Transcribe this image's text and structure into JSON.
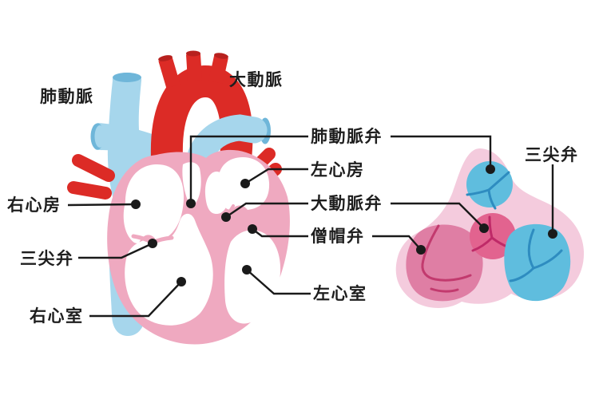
{
  "labels": {
    "pulmonary_artery": "肺動脈",
    "aorta": "大動脈",
    "pulmonary_valve": "肺動脈弁",
    "left_atrium": "左心房",
    "aortic_valve": "大動脈弁",
    "mitral_valve": "僧帽弁",
    "right_atrium": "右心房",
    "tricuspid_valve": "三尖弁",
    "right_ventricle": "右心室",
    "left_ventricle": "左心室",
    "tricuspid_valve_cross_section": "三尖弁"
  },
  "colors": {
    "artery_red": "#dc2b26",
    "artery_red_dark": "#b7211e",
    "vein_blue": "#a6d6ec",
    "vein_blue_dark": "#6fb6d9",
    "heart_wall_pink": "#efa9c0",
    "chamber_white": "#ffffff",
    "valve_panel_pink": "#f4cbdd",
    "mitral_valve_fill": "#df7ea4",
    "aortic_valve_fill": "#e2638f",
    "valve_blue_fill": "#5fbdde",
    "valve_blue_line": "#2e8cc0",
    "valve_magenta_line": "#bf2a68",
    "leader_line_black": "#1a1a1a",
    "background": "#ffffff"
  }
}
